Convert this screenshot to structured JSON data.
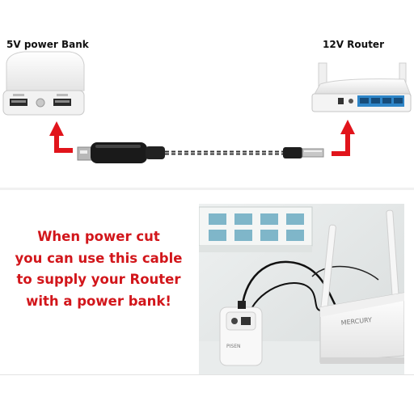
{
  "labels": {
    "power_bank": "5V power Bank",
    "router": "12V Router"
  },
  "caption": {
    "lines": [
      "When power cut",
      "you can use this cable",
      "to supply your Router",
      "with a power bank!"
    ]
  },
  "product": {
    "router_brand": "MERCURY",
    "powerbank_brand": "PISEN"
  },
  "colors": {
    "arrow_red": "#e1141b",
    "caption_red": "#d2161b",
    "port_blue": "#2f86c8",
    "cable_black": "#1a1a1a"
  }
}
